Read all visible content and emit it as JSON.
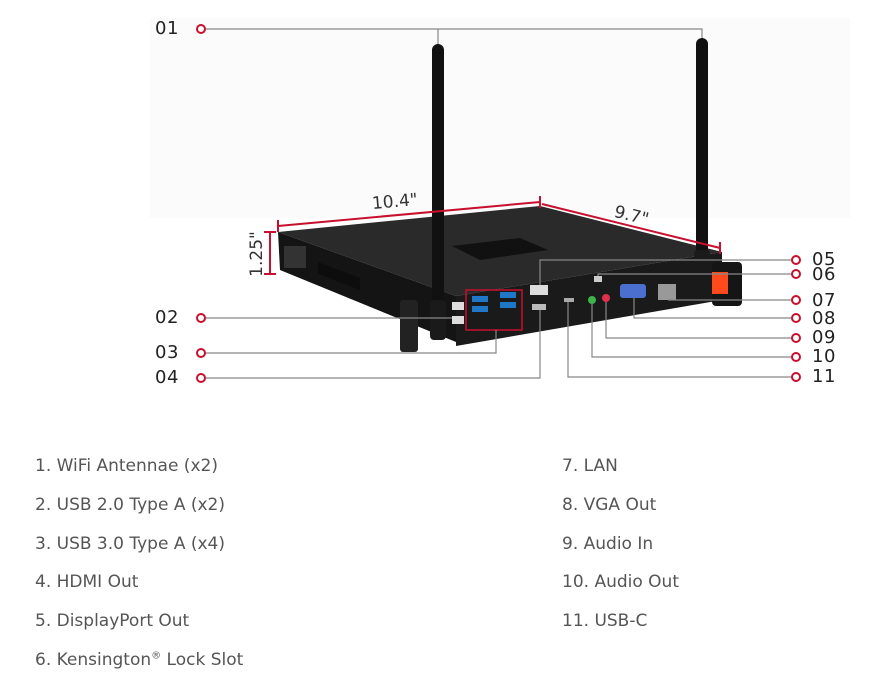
{
  "callouts": {
    "c01": "01",
    "c02": "02",
    "c03": "03",
    "c04": "04",
    "c05": "05",
    "c06": "06",
    "c07": "07",
    "c08": "08",
    "c09": "09",
    "c10": "10",
    "c11": "11"
  },
  "dimensions": {
    "width": "10.4\"",
    "depth": "9.7\"",
    "height": "1.25\""
  },
  "legend": {
    "left": [
      "1. WiFi Antennae (x2)",
      "2. USB 2.0 Type A (x2)",
      "3. USB 3.0 Type A (x4)",
      "4. HDMI Out",
      "5. DisplayPort Out"
    ],
    "kensington_prefix": "6. Kensington",
    "kensington_mark": "®",
    "kensington_suffix": " Lock Slot",
    "right": [
      "7. LAN",
      "8. VGA Out",
      "9. Audio In",
      "10. Audio Out",
      "11. USB-C"
    ]
  },
  "colors": {
    "callout_circle": "#c8102e",
    "leader_line": "#888888",
    "dimension_line": "#c8102e",
    "device_body": "#1c1c1c",
    "usb3_blue": "#1f77c9",
    "accent_orange": "#ff4a1c"
  }
}
